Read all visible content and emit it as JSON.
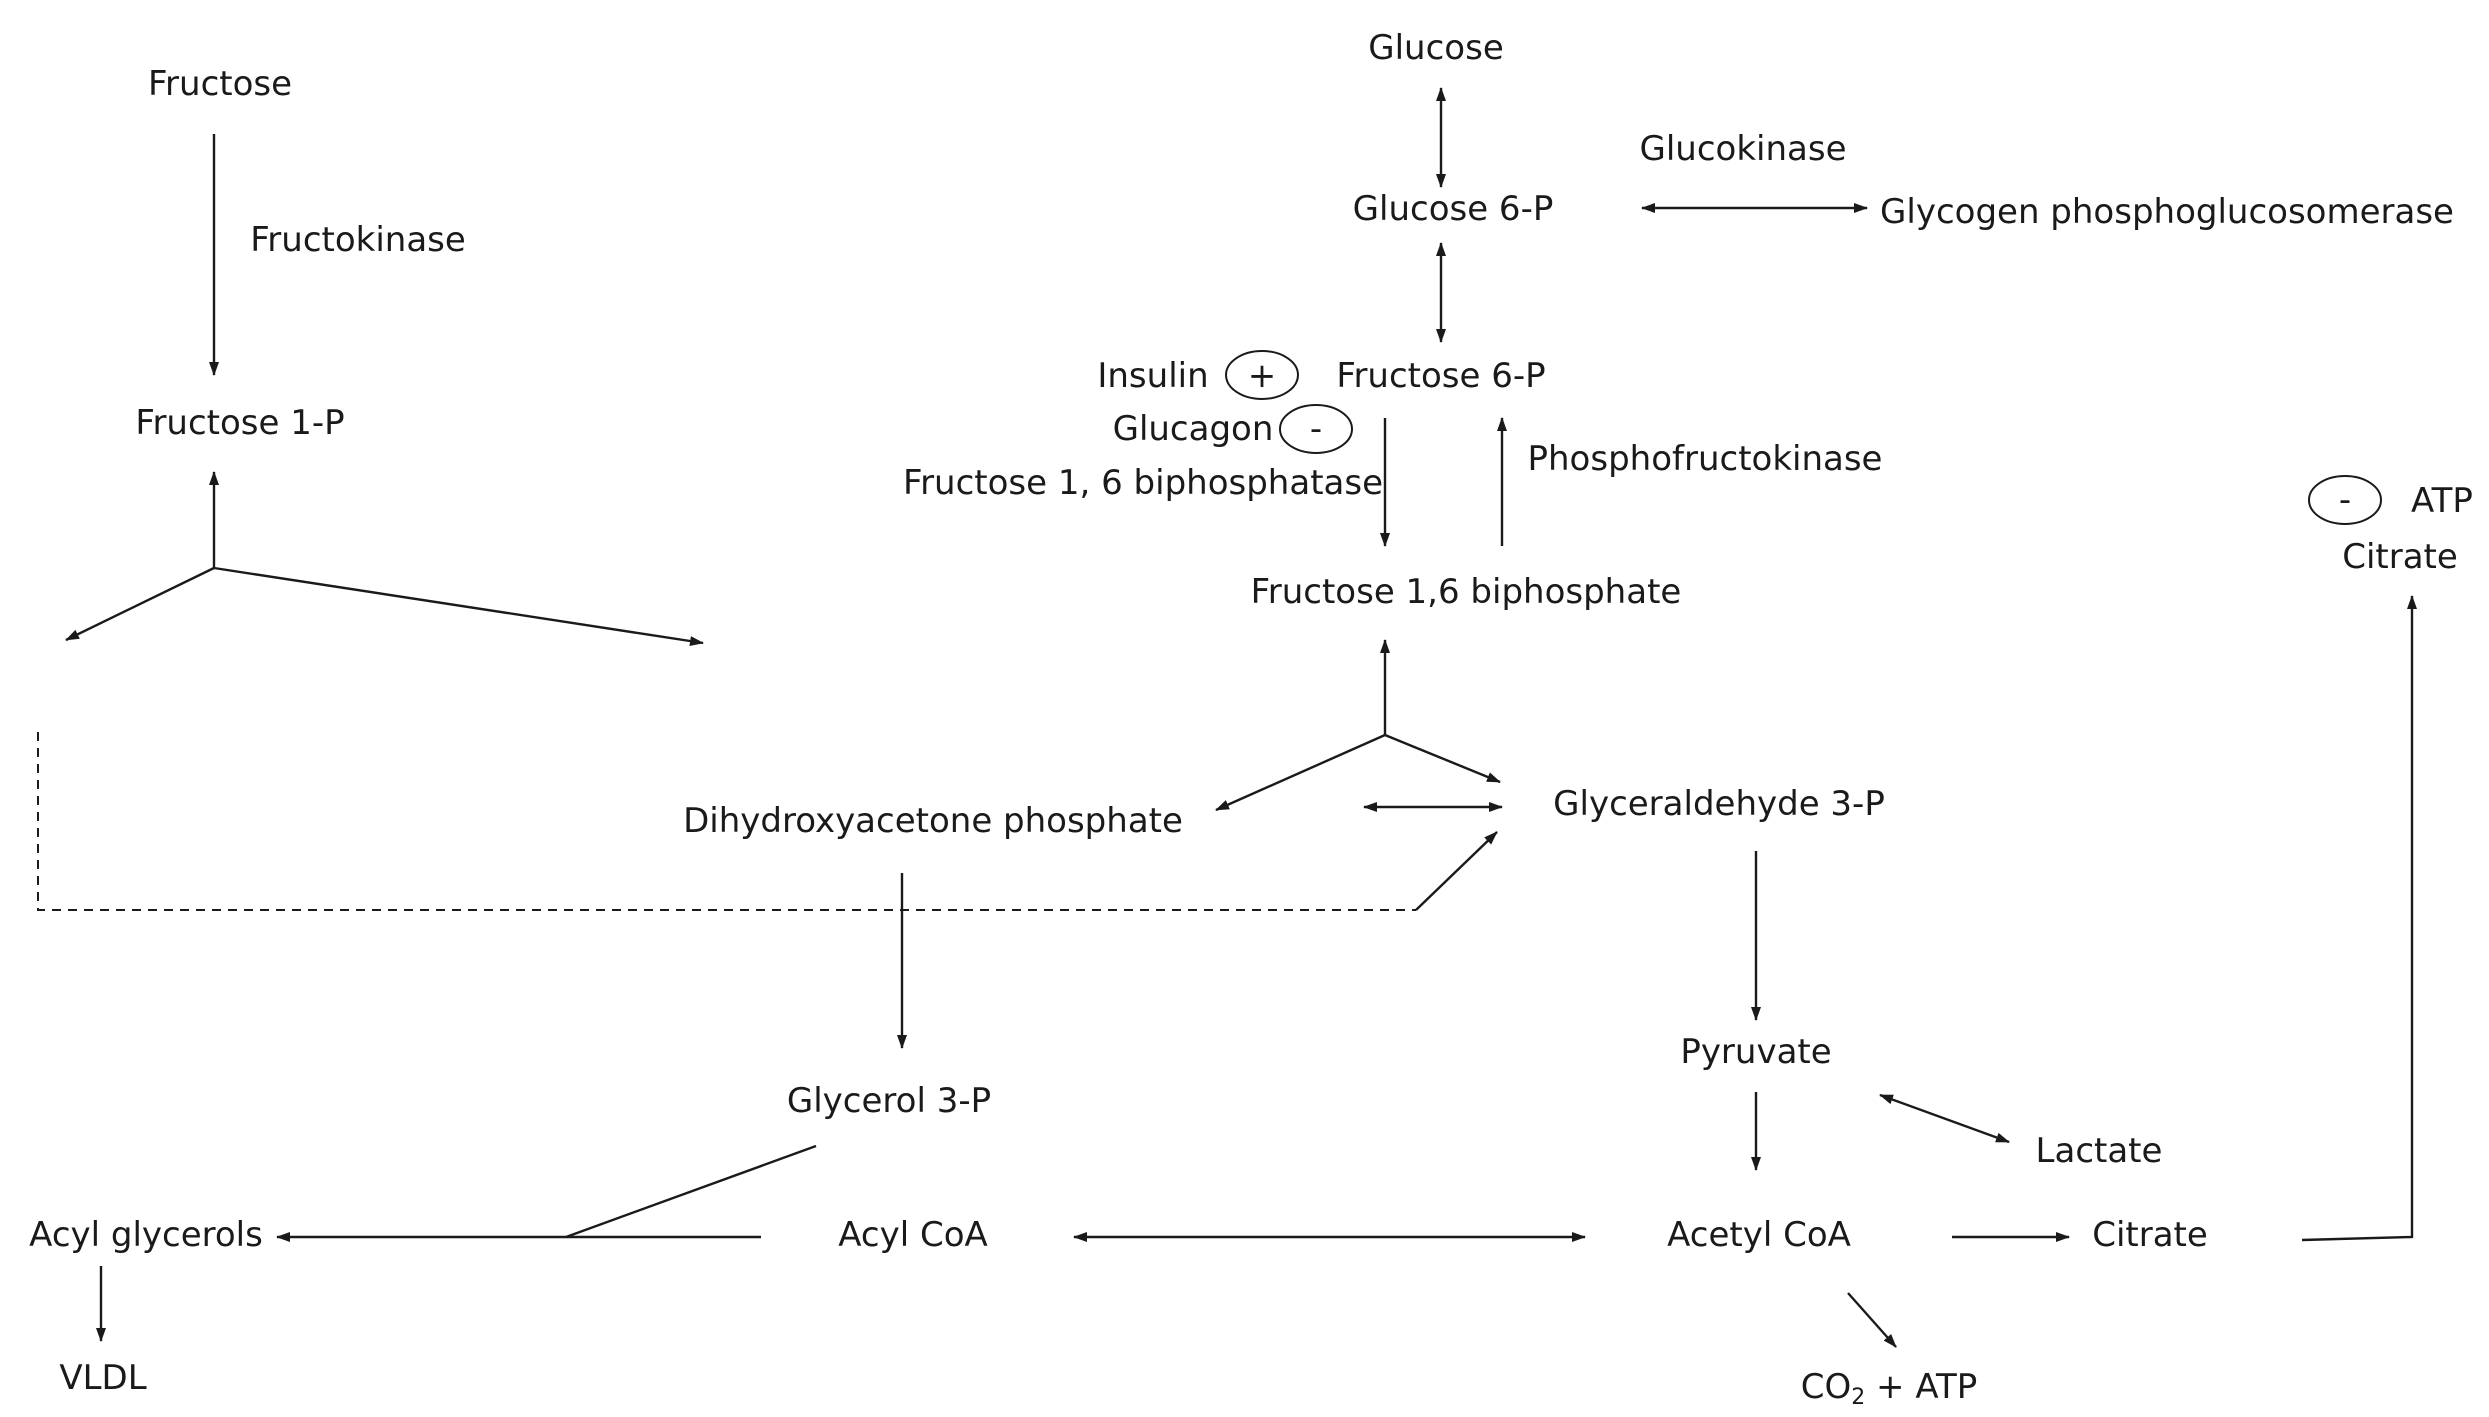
{
  "nodes": {
    "fructose": "Fructose",
    "fructokinase": "Fructokinase",
    "fructose_1p": "Fructose 1-P",
    "glucose": "Glucose",
    "glucose_6p": "Glucose 6-P",
    "glucokinase": "Glucokinase",
    "glycogen_phosphoglucosomerase": "Glycogen phosphoglucosomerase",
    "insulin": "Insulin",
    "glucagon": "Glucagon",
    "fructose_6p": "Fructose 6-P",
    "fructose_16_biphosphatase": "Fructose 1, 6 biphosphatase",
    "phosphofructokinase": "Phosphofructokinase",
    "fructose_16_biphosphate": "Fructose 1,6 biphosphate",
    "atp_top": "ATP",
    "citrate_top": "Citrate",
    "dihydroxyacetone_phosphate": "Dihydroxyacetone phosphate",
    "glyceraldehyde_3p": "Glyceraldehyde 3-P",
    "pyruvate": "Pyruvate",
    "glycerol_3p": "Glycerol 3-P",
    "lactate": "Lactate",
    "acyl_glycerols": "Acyl glycerols",
    "acyl_coa": "Acyl CoA",
    "acetyl_coa": "Acetyl CoA",
    "citrate": "Citrate",
    "vldl": "VLDL",
    "co2_prefix": "CO",
    "co2_subscript": "2",
    "co2_suffix": " + ATP"
  },
  "regulators": {
    "insulin_sign": "+",
    "glucagon_sign": "-",
    "atp_sign": "-"
  }
}
